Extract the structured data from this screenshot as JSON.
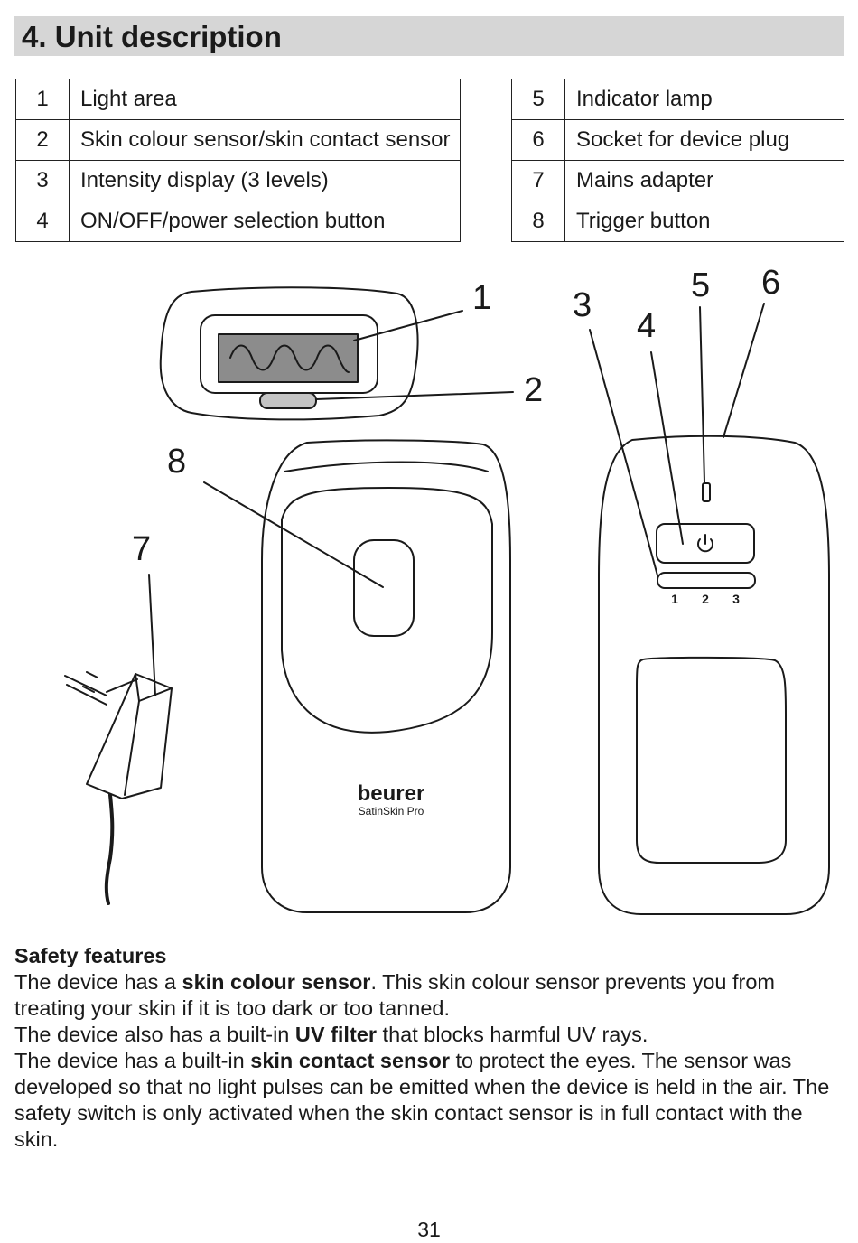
{
  "section_title": "4. Unit description",
  "parts_left": [
    {
      "num": "1",
      "label": "Light area"
    },
    {
      "num": "2",
      "label": "Skin colour sensor/skin contact sensor"
    },
    {
      "num": "3",
      "label": "Intensity display (3 levels)"
    },
    {
      "num": "4",
      "label": "ON/OFF/power selection button"
    }
  ],
  "parts_right": [
    {
      "num": "5",
      "label": "Indicator lamp"
    },
    {
      "num": "6",
      "label": "Socket for device plug"
    },
    {
      "num": "7",
      "label": "Mains adapter"
    },
    {
      "num": "8",
      "label": "Trigger button"
    }
  ],
  "callouts": {
    "c1": "1",
    "c2": "2",
    "c3": "3",
    "c4": "4",
    "c5": "5",
    "c6": "6",
    "c7": "7",
    "c8": "8"
  },
  "device": {
    "brand": "beurer",
    "model": "SatinSkin Pro",
    "levels": {
      "l1": "1",
      "l2": "2",
      "l3": "3"
    }
  },
  "safety": {
    "title": "Safety features",
    "p1_a": "The device has a ",
    "p1_b": "skin colour sensor",
    "p1_c": ". This skin colour sensor prevents you from treating your skin if it is too dark or too tanned.",
    "p2_a": "The device also has a built-in ",
    "p2_b": "UV filter",
    "p2_c": " that blocks harmful UV rays.",
    "p3_a": "The device has a built-in ",
    "p3_b": "skin contact sensor",
    "p3_c": " to protect the eyes. The sensor was developed so that no light pulses can be emitted when the device is held in the air. The safety switch is only activated when the skin contact sensor is in full contact with the skin."
  },
  "page_number": "31"
}
